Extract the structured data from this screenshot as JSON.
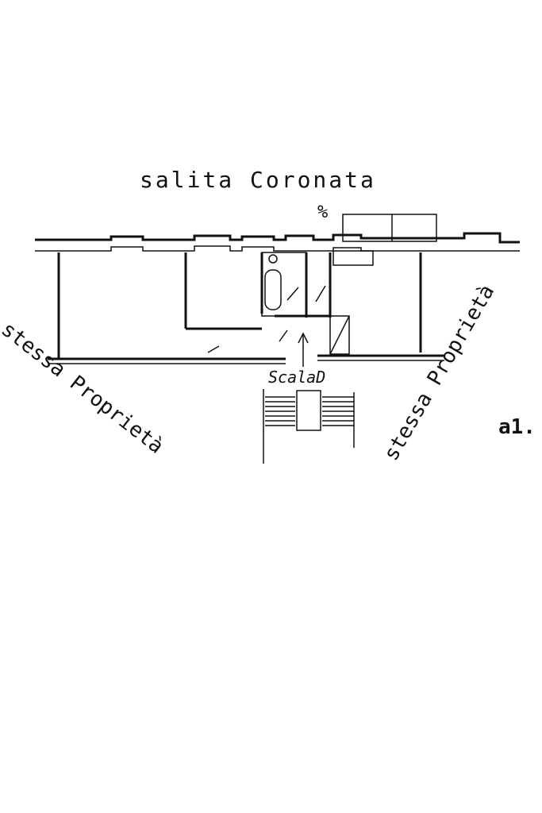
{
  "labels": {
    "street": "salita Coronata",
    "top_mark": "%",
    "stairs": "ScalaD",
    "left_owner": "stessa Proprietà",
    "right_owner": "stessa Proprietà",
    "corner_mark": "a1."
  },
  "colors": {
    "ink": "#111111",
    "paper": "#ffffff"
  }
}
